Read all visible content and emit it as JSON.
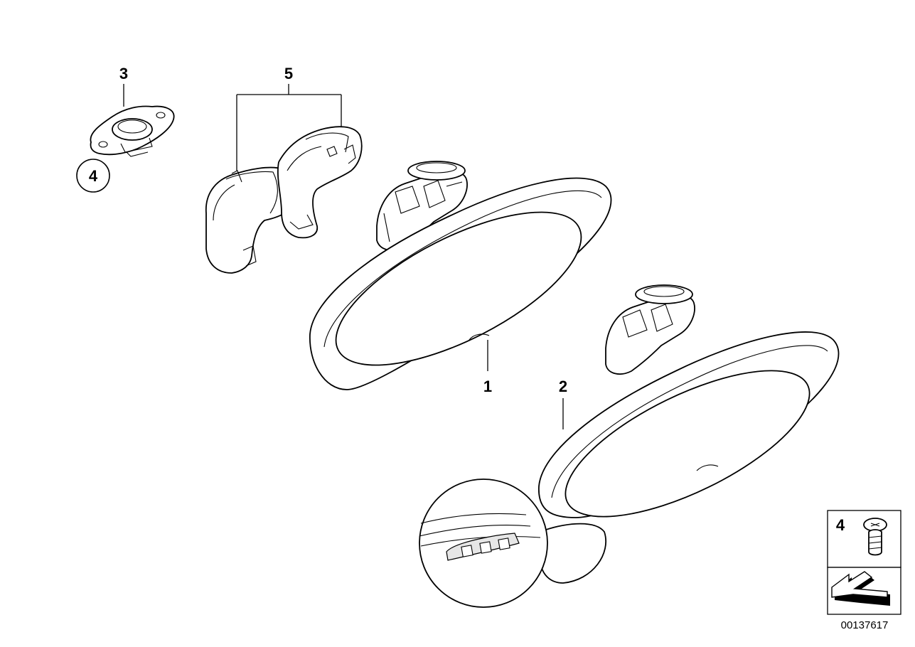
{
  "callouts": {
    "c1": "1",
    "c2": "2",
    "c3": "3",
    "c4_circle": "4",
    "c5": "5",
    "c4_legend": "4"
  },
  "image_id": "00137617",
  "icons": {
    "screw": "screw-icon",
    "arrow": "direction-arrow-icon",
    "buttons": "rain-sensor-buttons-icon"
  }
}
